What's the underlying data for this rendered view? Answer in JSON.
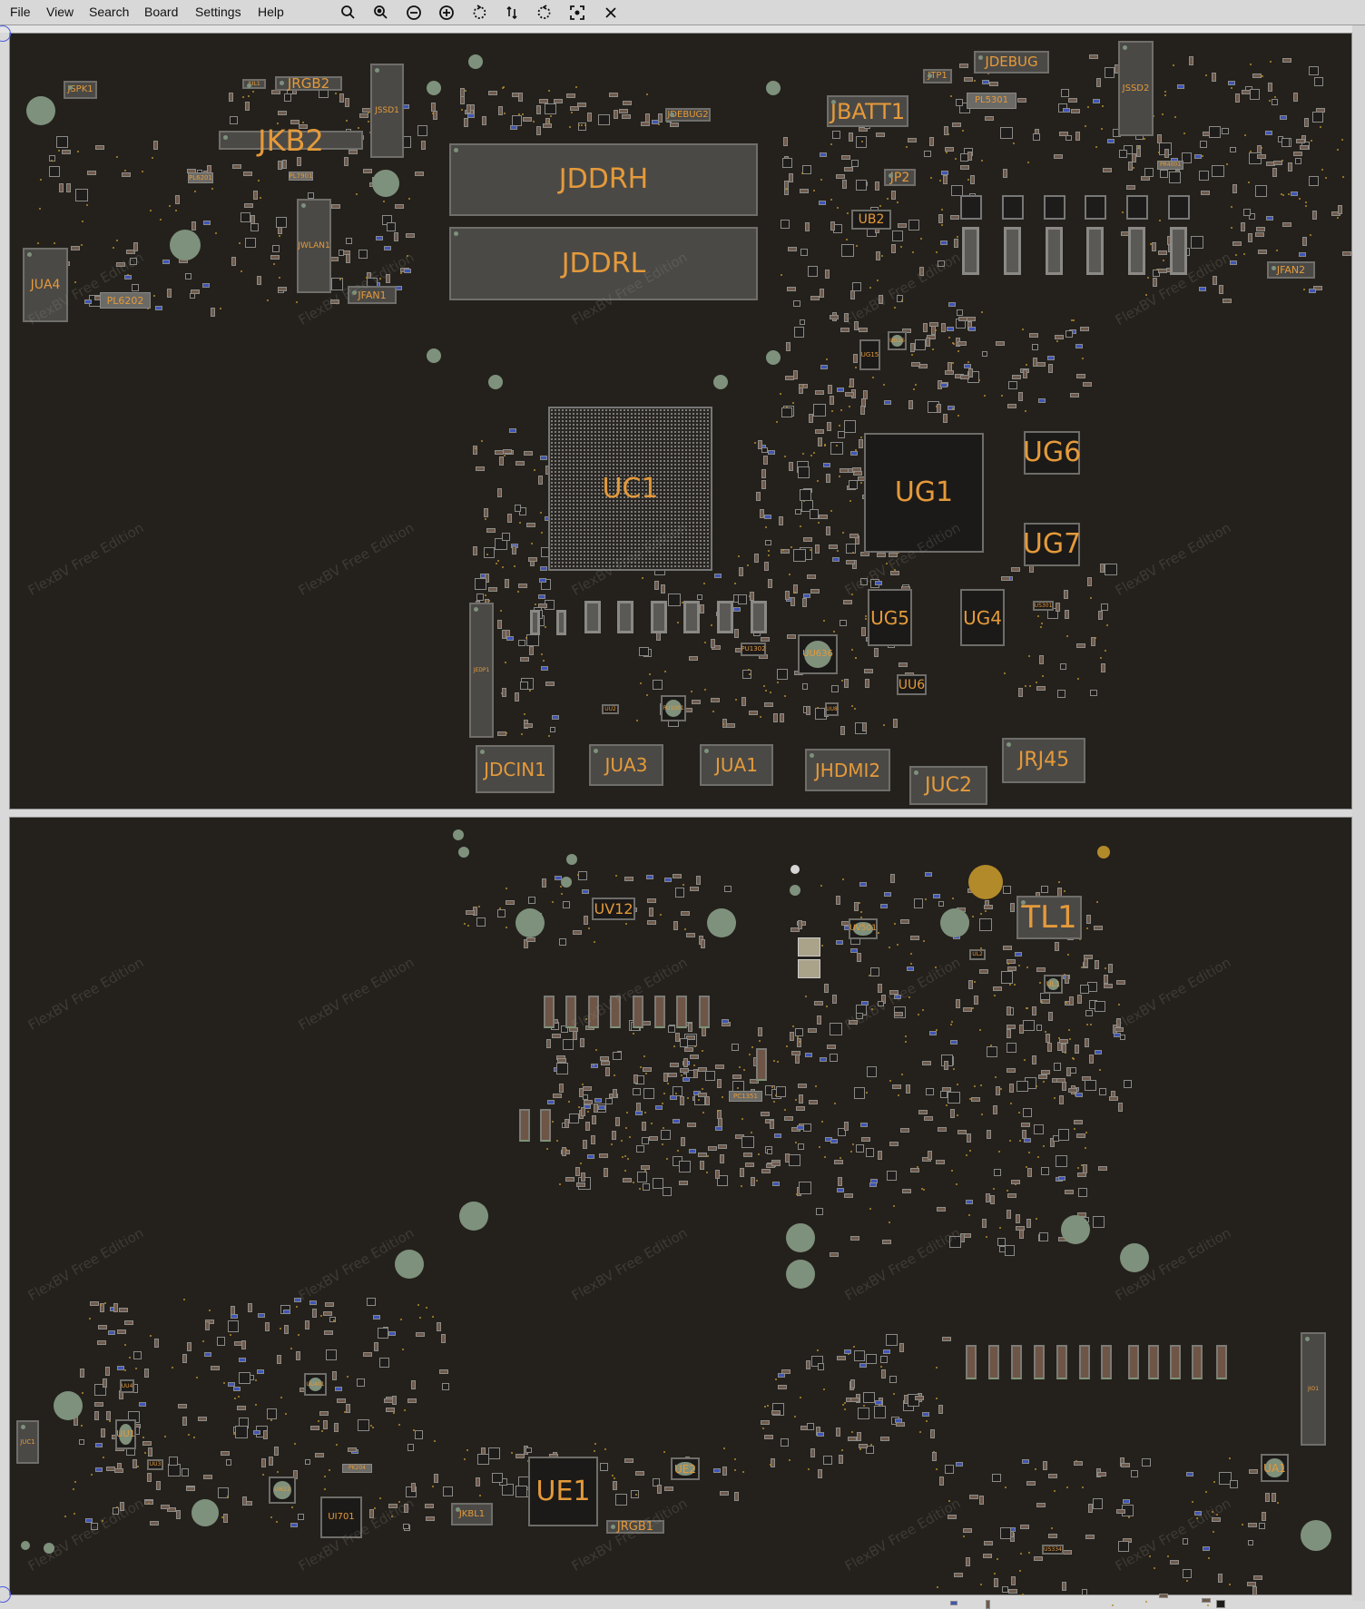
{
  "menu": [
    "File",
    "View",
    "Search",
    "Board",
    "Settings",
    "Help"
  ],
  "toolbar": [
    "zoom-in-icon",
    "zoom-out-icon",
    "minus-circle-icon",
    "plus-circle-icon",
    "rotate-ccw-icon",
    "flip-icon",
    "rotate-cw-icon",
    "fit-view-icon",
    "close-icon"
  ],
  "watermark": "FlexBV Free Edition",
  "colors": {
    "board": "#24211c",
    "label": "#e59a3a",
    "part": "#4a4946",
    "hole": "#7e917c",
    "gold": "#b38a2a"
  },
  "components": {
    "JSPK1": "JSPK1",
    "JUL1": "JUL1",
    "JRGB2": "JRGB2",
    "JKB2": "JKB2",
    "JSSD1": "JSSD1",
    "PL6201": "PL6201",
    "PL7901": "PL7901",
    "JWLAN1": "JWLAN1",
    "JFAN1": "JFAN1",
    "JUA4": "JUA4",
    "PL6202": "PL6202",
    "JDDRH": "JDDRH",
    "JDDRL": "JDDRL",
    "JDEBUG2": "JDEBUG2",
    "JBATT1": "JBATT1",
    "JTP1": "JTP1",
    "JDEBUG": "JDEBUG",
    "PL5301": "PL5301",
    "JSSD2": "JSSD2",
    "JP2": "JP2",
    "UB2": "UB2",
    "PR4001": "PR4001",
    "JFAN2": "JFAN2",
    "UC1": "UC1",
    "UG1": "UG1",
    "UG6": "UG6",
    "UG7": "UG7",
    "UG5": "UG5",
    "UG4": "UG4",
    "UG15": "UG15",
    "UG26": "UG26",
    "US301": "US301",
    "UU636": "UU636",
    "PU1302": "PU1302",
    "UU6": "UU6",
    "PU1001": "PU1001",
    "UU8": "UU8",
    "UU2": "UU2",
    "JEDP1": "JEDP1",
    "JDCIN1": "JDCIN1",
    "JUA3": "JUA3",
    "JUA1": "JUA1",
    "JHDMI2": "JHDMI2",
    "JUC2": "JUC2",
    "JRJ45": "JRJ45",
    "UV12": "UV12",
    "UV501": "UV501",
    "TL1": "TL1",
    "UL2": "UL2",
    "UL1": "UL1",
    "PC1351": "PC1351",
    "JUC1": "JUC1",
    "UU4": "UU4",
    "UU1": "UU1",
    "UU3": "UU3",
    "UU401": "UU401",
    "UI622": "UI622",
    "UI701": "UI701",
    "PK204": "PK204",
    "JKBL1": "JKBL1",
    "UE1": "UE1",
    "JRGB1": "JRGB1",
    "UE2": "UE2",
    "JIO1": "JIO1",
    "UA1": "UA1",
    "US334": "US334"
  }
}
